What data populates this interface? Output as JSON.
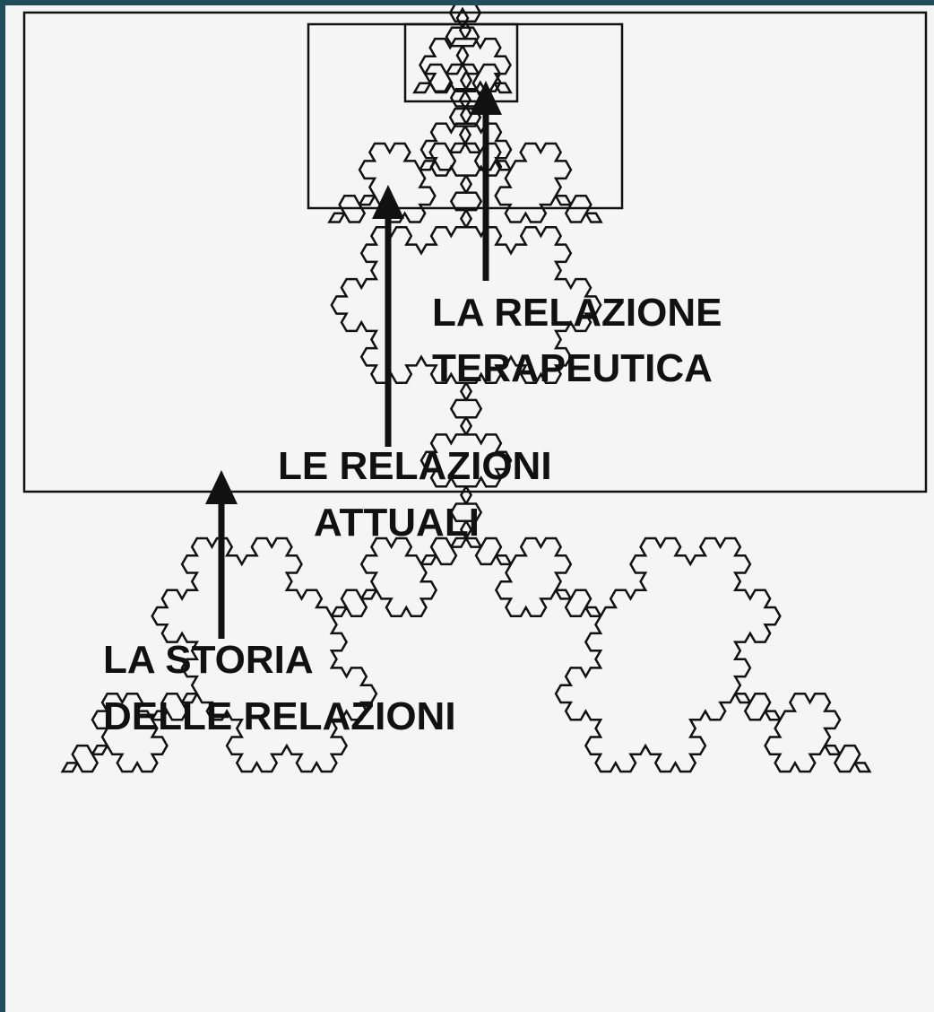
{
  "colors": {
    "frame": "#1f4e5a",
    "background": "#f5f5f5",
    "ink": "#111111"
  },
  "labels": {
    "therapeutic": {
      "line1": "LA RELAZIONE",
      "line2": "TERAPEUTICA"
    },
    "current": {
      "line1": "LE RELAZIONI",
      "line2": "ATTUALI"
    },
    "history": {
      "line1": "LA STORIA",
      "line2": "DELLE RELAZIONI"
    }
  },
  "fractal": {
    "shape": "koch-snowflake",
    "nesting_levels": 3
  }
}
